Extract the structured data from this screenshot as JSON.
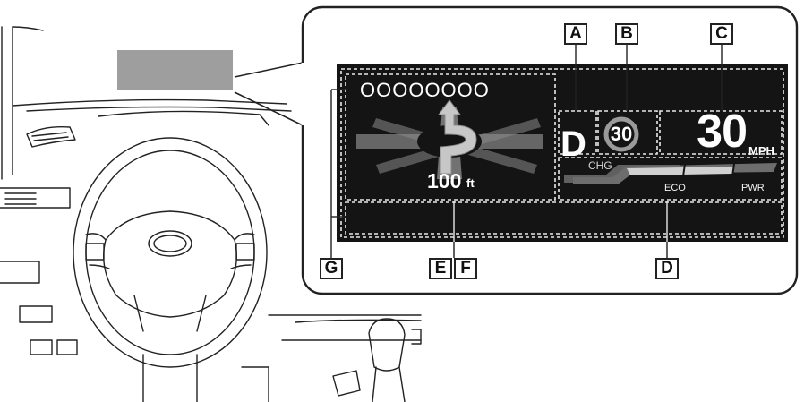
{
  "callouts": {
    "a": "A",
    "b": "B",
    "c": "C",
    "d": "D",
    "e": "E",
    "f": "F",
    "g": "G"
  },
  "hud": {
    "lane_dots": "OOOOOOOO",
    "shift_position": "D",
    "speed_limit": "30",
    "speed_value": "30",
    "speed_unit": "MPH",
    "distance_value": "100",
    "distance_unit": "ft",
    "chg_label": "CHG",
    "eco_label": "ECO",
    "pwr_label": "PWR"
  },
  "colors": {
    "hud_background": "#141414",
    "dashed_frame": "#e8e8e8",
    "projection_area": "#9e9e9e",
    "hybrid_bar": "#7a7a7a",
    "route_arrow": "#b8b8b8"
  }
}
